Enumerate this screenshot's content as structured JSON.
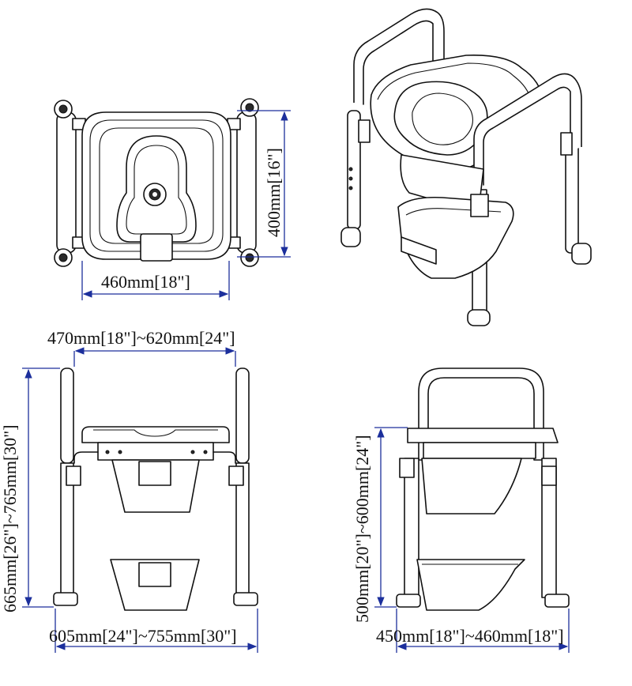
{
  "colors": {
    "dimension_line": "#1c2f9c",
    "drawing_line": "#111111",
    "background": "#ffffff"
  },
  "views": {
    "top": {
      "width_label": "460mm[18\"]",
      "depth_label": "400mm[16\"]"
    },
    "perspective": {},
    "front": {
      "arm_width_label": "470mm[18\"]~620mm[24\"]",
      "height_label": "665mm[26\"]~765mm[30\"]",
      "base_width_label": "605mm[24\"]~755mm[30\"]"
    },
    "side": {
      "seat_height_label": "500mm[20\"]~600mm[24\"]",
      "base_depth_label": "450mm[18\"]~460mm[18\"]"
    }
  }
}
